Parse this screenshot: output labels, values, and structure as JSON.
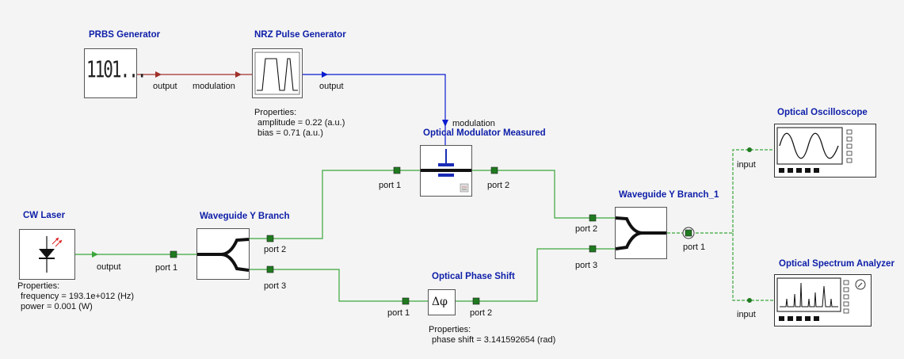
{
  "prbs": {
    "title": "PRBS Generator",
    "icon_text": "1101...",
    "output": "output"
  },
  "nrz": {
    "title": "NRZ Pulse Generator",
    "modulation": "modulation",
    "output": "output",
    "properties_heading": "Properties:",
    "amplitude": "amplitude = 0.22 (a.u.)",
    "bias": "bias = 0.71 (a.u.)"
  },
  "modulator": {
    "title": "Optical Modulator Measured",
    "modulation": "modulation",
    "port1": "port 1",
    "port2": "port 2"
  },
  "cw_laser": {
    "title": "CW Laser",
    "output": "output",
    "properties_heading": "Properties:",
    "frequency": "frequency = 193.1e+012 (Hz)",
    "power": "power = 0.001 (W)"
  },
  "ybranch": {
    "title": "Waveguide Y Branch",
    "port1": "port 1",
    "port2": "port 2",
    "port3": "port 3"
  },
  "phase_shift": {
    "title": "Optical Phase Shift",
    "icon_text": "Δφ",
    "port1": "port 1",
    "port2": "port 2",
    "properties_heading": "Properties:",
    "phase": "phase shift = 3.141592654 (rad)"
  },
  "ybranch1": {
    "title": "Waveguide Y Branch_1",
    "port1": "port 1",
    "port2": "port 2",
    "port3": "port 3"
  },
  "oscilloscope": {
    "title": "Optical Oscilloscope",
    "input": "input"
  },
  "osa": {
    "title": "Optical Spectrum Analyzer",
    "input": "input"
  },
  "colors": {
    "electrical": "#0b1ccf",
    "optical": "#3aa63a",
    "digital": "#a0302a",
    "port": "#1f7a1f"
  }
}
